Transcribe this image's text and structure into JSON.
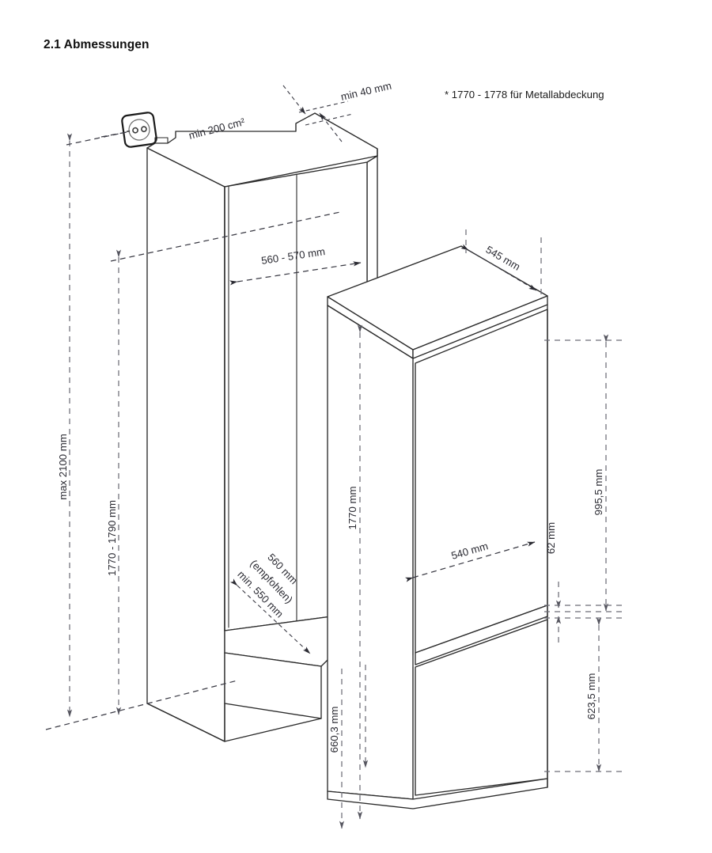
{
  "page": {
    "heading": "2.1 Abmessungen",
    "footnote": "* 1770 - 1778 für Metallabdeckung"
  },
  "icons": {
    "socket": "power-socket-icon"
  },
  "dimensions": {
    "niche_ventilation": "min 200 cm²",
    "top_clearance": "min 40 mm",
    "niche_width": "560 - 570 mm",
    "max_height": "max 2100 mm",
    "niche_height": "1770 - 1790 mm",
    "niche_depth_line1": "560 mm",
    "niche_depth_line2": "(empfohlen)",
    "niche_depth_line3": "min. 550 mm",
    "appliance_depth": "545 mm",
    "appliance_height": "1770 mm",
    "appliance_width": "540 mm",
    "fridge_compartment_height": "995,5 mm",
    "door_gap": "62 mm",
    "freezer_compartment_height": "623,5 mm",
    "appliance_depth_bottom": "660,3 mm"
  },
  "chart_data": {
    "type": "diagram",
    "title": "2.1 Abmessungen",
    "subject": "Einbaukühlschrank Nischenmaße (isometrische Darstellung)",
    "annotations": [
      {
        "label": "min 200 cm²",
        "meaning": "Mindest-Lüftungsquerschnitt oben"
      },
      {
        "label": "min 40 mm",
        "meaning": "Mindestabstand Nischenoberkante"
      },
      {
        "label": "560 - 570 mm",
        "meaning": "Nischenbreite"
      },
      {
        "label": "max 2100 mm",
        "meaning": "maximale Gesamt-Einbauhöhe"
      },
      {
        "label": "1770 - 1790 mm",
        "meaning": "Nischenhöhe"
      },
      {
        "label": "560 mm (empfohlen) / min. 550 mm",
        "meaning": "Nischentiefe"
      },
      {
        "label": "545 mm",
        "meaning": "Gerätetiefe ohne Tür"
      },
      {
        "label": "1770 mm",
        "meaning": "Gerätehöhe"
      },
      {
        "label": "540 mm",
        "meaning": "Gerätebreite"
      },
      {
        "label": "995,5 mm",
        "meaning": "Höhe Kühlteil / obere Tür"
      },
      {
        "label": "62 mm",
        "meaning": "Türspalt zwischen Kühl- und Gefrierteil"
      },
      {
        "label": "623,5 mm",
        "meaning": "Höhe Gefrierteil / untere Tür"
      },
      {
        "label": "660,3 mm",
        "meaning": "Gesamttiefe mit Tür"
      },
      {
        "label": "* 1770 - 1778 für Metallabdeckung",
        "meaning": "Fußnote Nischenhöhe bei Metallabdeckung"
      }
    ]
  }
}
